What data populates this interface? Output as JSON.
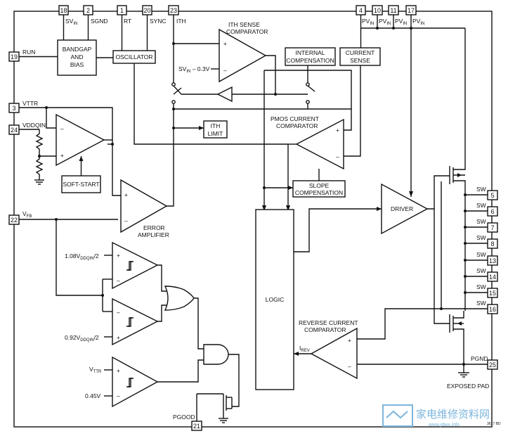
{
  "pins": {
    "p18": {
      "num": "18",
      "label": "SV",
      "sub": "IN"
    },
    "p2": {
      "num": "2",
      "label": "SGND"
    },
    "p1": {
      "num": "1",
      "label": "RT"
    },
    "p20": {
      "num": "20",
      "label": "SYNC"
    },
    "p23": {
      "num": "23",
      "label": "ITH"
    },
    "p4": {
      "num": "4",
      "label": "PV",
      "sub": "IN"
    },
    "p10": {
      "num": "10",
      "label": "PV",
      "sub": "IN"
    },
    "p11": {
      "num": "11",
      "label": "PV",
      "sub": "IN"
    },
    "p17": {
      "num": "17",
      "label": "PV",
      "sub": "IN"
    },
    "p19": {
      "num": "19",
      "label": "RUN"
    },
    "p3": {
      "num": "3",
      "label": "VTTR"
    },
    "p24": {
      "num": "24",
      "label": "VDDQIN"
    },
    "p22": {
      "num": "22",
      "label": "V",
      "sub": "FB"
    },
    "p21": {
      "num": "21",
      "label": "PGOOD"
    },
    "p25": {
      "num": "25",
      "label": "PGND"
    },
    "sw": [
      {
        "num": "5",
        "label": "SW"
      },
      {
        "num": "6",
        "label": "SW"
      },
      {
        "num": "7",
        "label": "SW"
      },
      {
        "num": "8",
        "label": "SW"
      },
      {
        "num": "13",
        "label": "SW"
      },
      {
        "num": "14",
        "label": "SW"
      },
      {
        "num": "15",
        "label": "SW"
      },
      {
        "num": "16",
        "label": "SW"
      }
    ]
  },
  "blocks": {
    "bandgap": [
      "BANDGAP",
      "AND",
      "BIAS"
    ],
    "oscillator": "OSCILLATOR",
    "ith_sense": [
      "ITH SENSE",
      "COMPARATOR"
    ],
    "internal_comp": [
      "INTERNAL",
      "COMPENSATION"
    ],
    "current_sense": [
      "CURRENT",
      "SENSE"
    ],
    "ith_limit": [
      "ITH",
      "LIMIT"
    ],
    "pmos_comp": [
      "PMOS CURRENT",
      "COMPARATOR"
    ],
    "soft_start": "SOFT-START",
    "slope_comp": [
      "SLOPE",
      "COMPENSATION"
    ],
    "error_amp": [
      "ERROR",
      "AMPLIFIER"
    ],
    "driver": "DRIVER",
    "logic": "LOGIC",
    "reverse_comp": [
      "REVERSE CURRENT",
      "COMPARATOR"
    ],
    "exposed_pad": "EXPOSED PAD"
  },
  "labels": {
    "svin_minus": {
      "main": "SV",
      "sub": "IN",
      "tail": " – 0.3V"
    },
    "ref_high": {
      "main": "1.08V",
      "sub": "DDQIN",
      "tail": "/2"
    },
    "ref_low": {
      "main": "0.92V",
      "sub": "DDQIN",
      "tail": "/2"
    },
    "vttr_in": {
      "main": "V",
      "sub": "TTR"
    },
    "ref_045": "0.45V",
    "irev": {
      "main": "I",
      "sub": "REV"
    },
    "figure_code": "3617 BD"
  },
  "watermark": {
    "cn": "家电维修资料网",
    "url": "www.jdwx.info"
  },
  "colors": {
    "line": "#111111",
    "watermark": "#7bb5dc"
  }
}
